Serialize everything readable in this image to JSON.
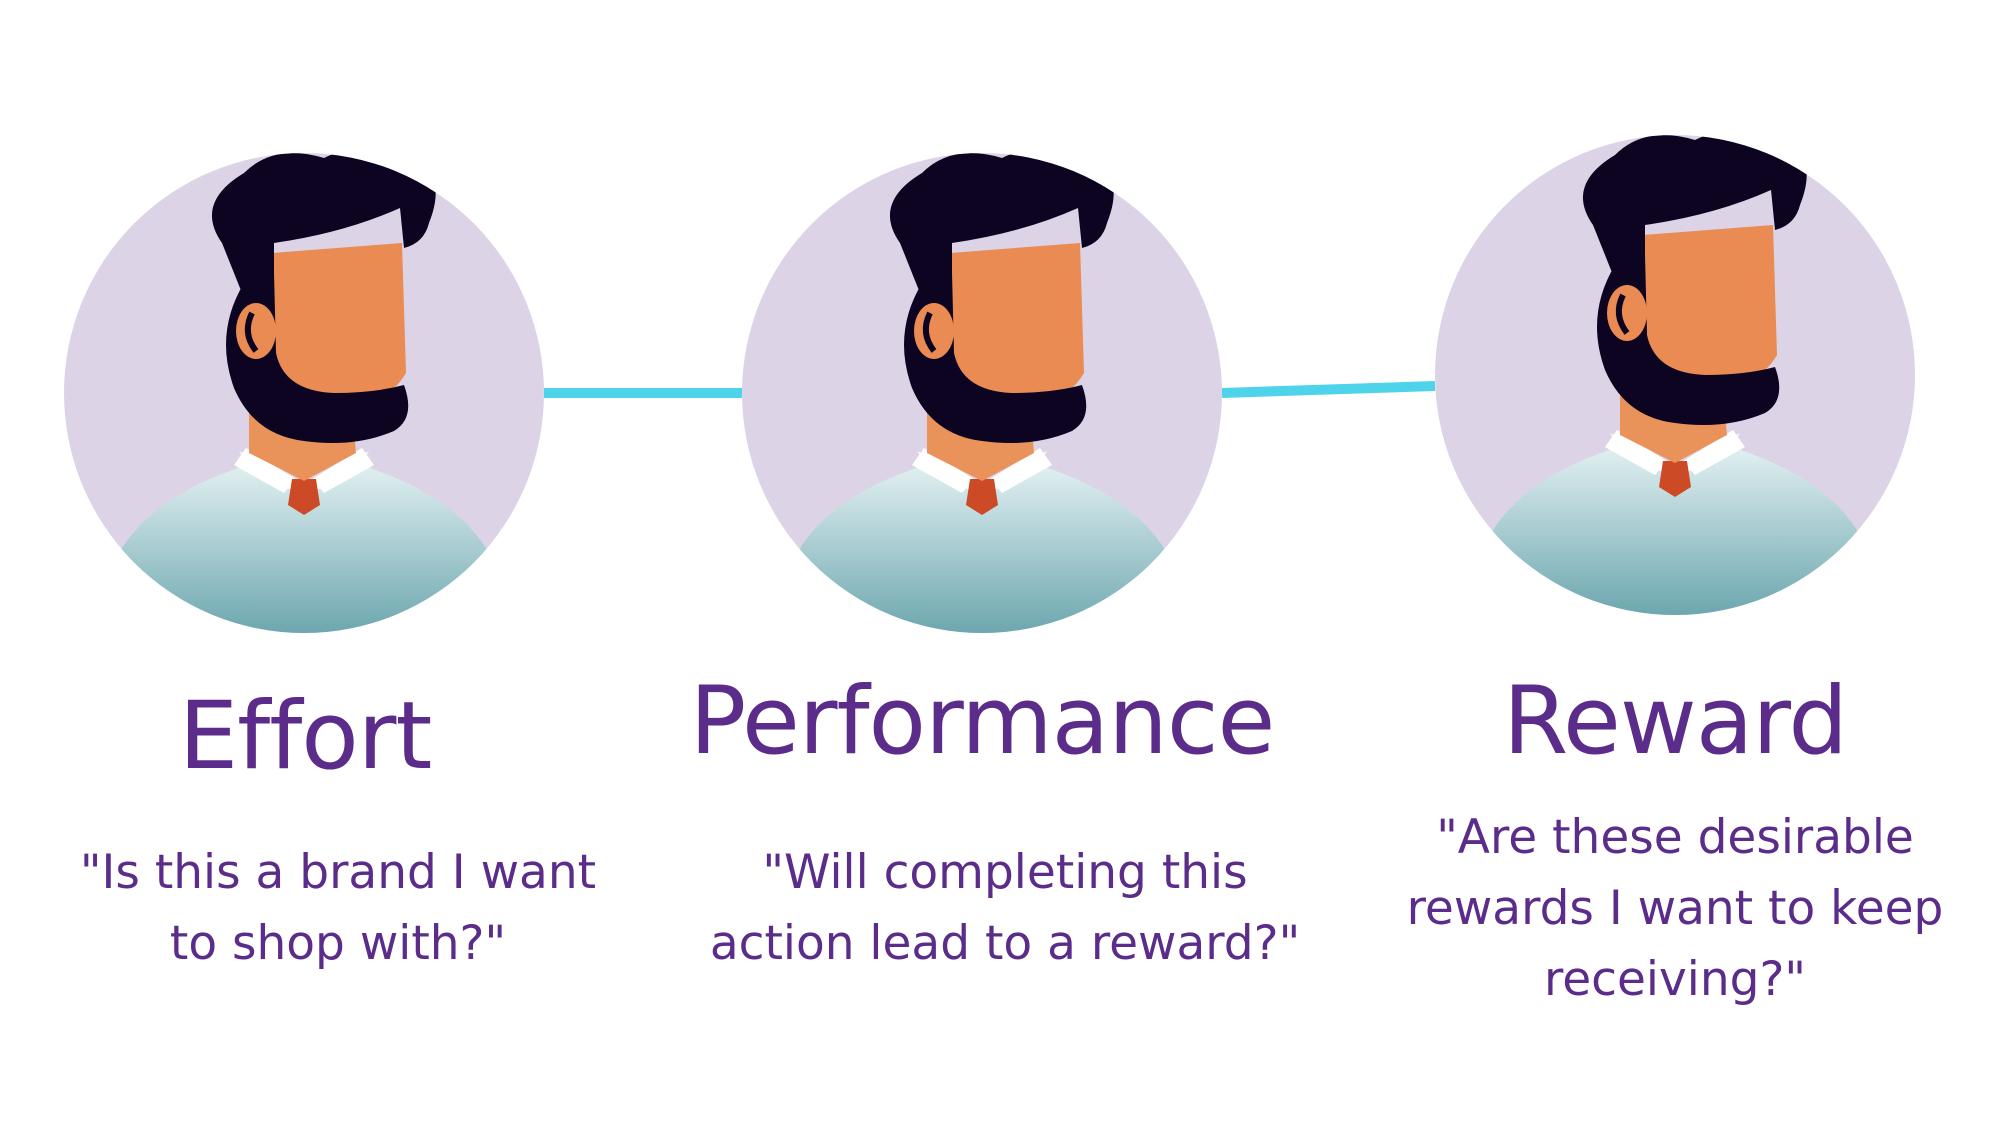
{
  "colors": {
    "circle": "#dcd4e6",
    "connector": "#4dd4ea",
    "text": "#5b2c8a",
    "hair": "#0d0421",
    "skin": "#e98b53",
    "skin_neck": "#e9925a",
    "ear": "#e98b53",
    "collar": "#ffffff",
    "tie": "#cc4a26",
    "shirt_top": "#e3f1f2",
    "shirt_bottom": "#5f9ea7"
  },
  "icons": [
    "person-avatar-icon",
    "person-avatar-icon",
    "person-avatar-icon"
  ],
  "stages": [
    {
      "title": "Effort",
      "quote_lines": [
        "\"Is this a brand I want",
        "to shop with?\""
      ]
    },
    {
      "title": "Performance",
      "quote_lines": [
        "\"Will completing this",
        "action lead to a reward?\""
      ]
    },
    {
      "title": "Reward",
      "quote_lines": [
        "\"Are these desirable",
        "rewards I want to keep",
        "receiving?\""
      ]
    }
  ]
}
